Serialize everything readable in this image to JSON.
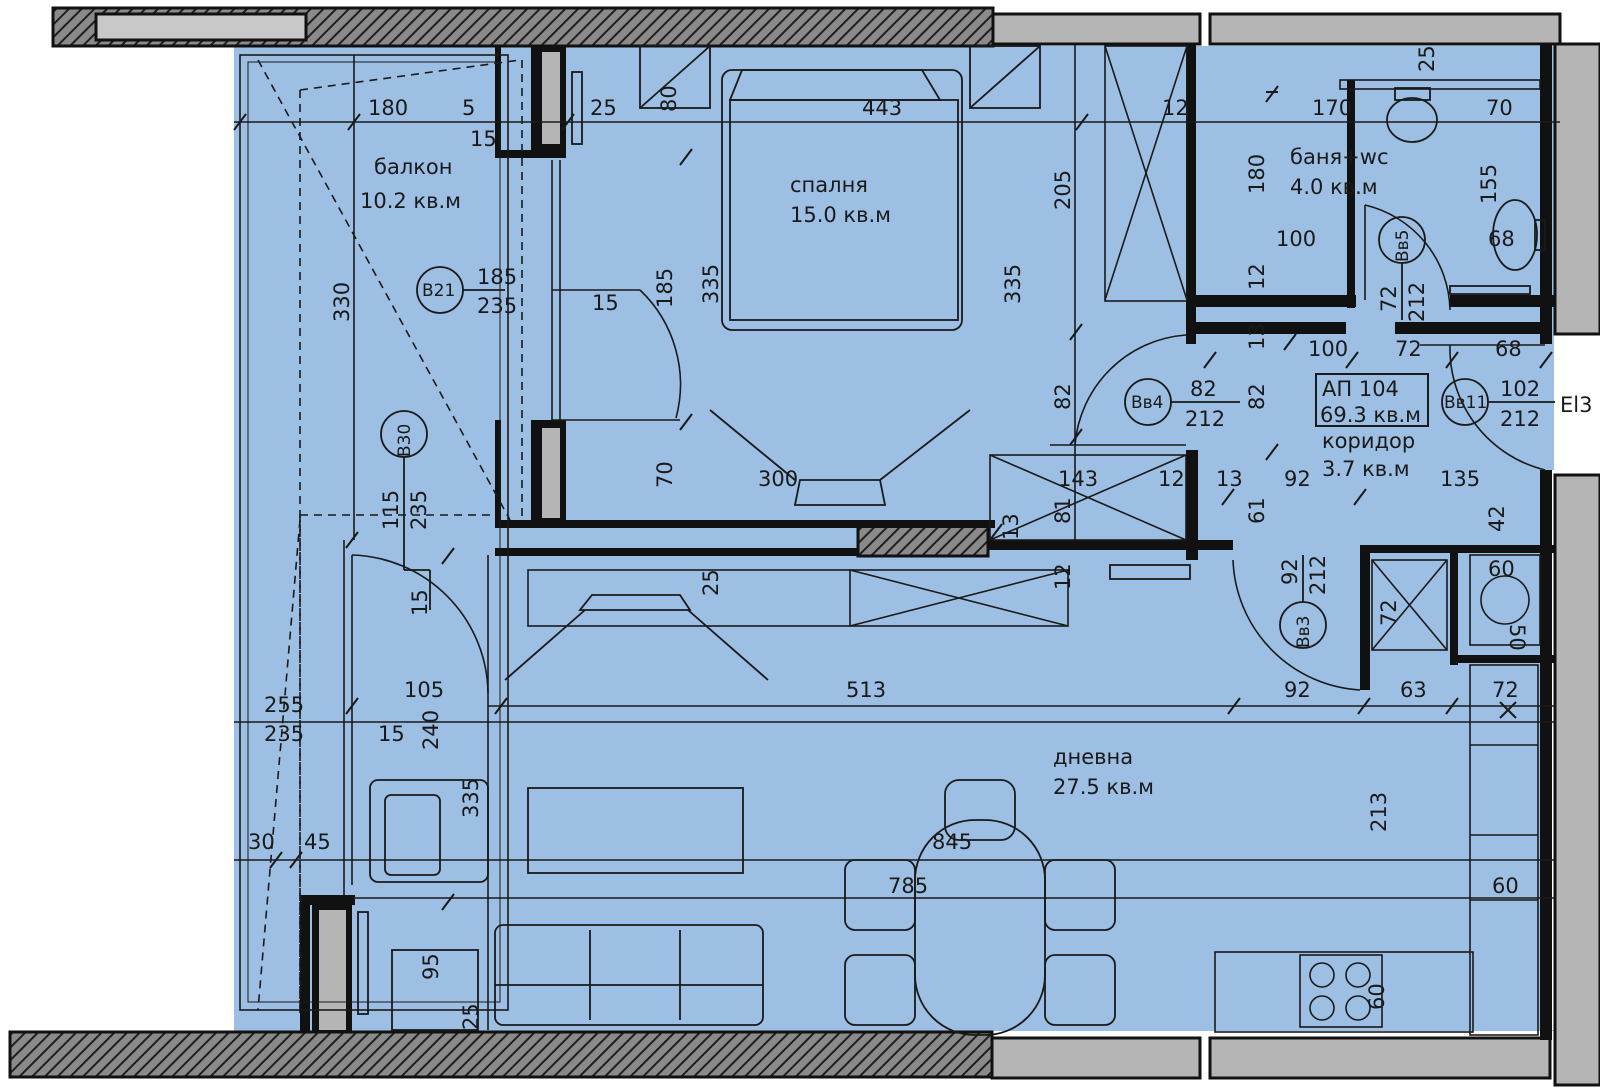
{
  "colors": {
    "floor": "#9dbfe3",
    "wall": "#111111",
    "wall_hatch": "#555555",
    "neighbor_wall": "#b5b5b5",
    "line": "#1a1a1a"
  },
  "rooms": {
    "balcony": {
      "name": "балкон",
      "area": "10.2 кв.м"
    },
    "bedroom": {
      "name": "спалня",
      "area": "15.0 кв.м"
    },
    "bathroom": {
      "name": "баня+wc",
      "area": "4.0 кв.м"
    },
    "apartment": {
      "name": "АП 104",
      "area": "69.3 кв.м"
    },
    "corridor": {
      "name": "коридор",
      "area": "3.7 кв.м"
    },
    "living": {
      "name": "дневна",
      "area": "27.5 кв.м"
    }
  },
  "tags": {
    "b21": {
      "code": "B21",
      "w": "185",
      "h": "235"
    },
    "b30": {
      "code": "B30",
      "w": "115",
      "h": "235"
    },
    "bb4": {
      "code": "Вв4",
      "w": "82",
      "h": "212"
    },
    "bb11": {
      "code": "Вв11",
      "w": "102",
      "h": "212"
    },
    "bb5": {
      "code": "Вв5",
      "w": "72",
      "h": "212"
    },
    "bb3": {
      "code": "Вв3",
      "w": "92",
      "h": "212"
    }
  },
  "external_label": "El3",
  "dimensions": {
    "d180a": "180",
    "d5": "5",
    "d15a": "15",
    "d25a": "25",
    "d80a": "80",
    "d443": "443",
    "d12a": "12",
    "d205": "205",
    "d170": "170",
    "d25b": "25",
    "d70a": "70",
    "d180b": "180",
    "d155": "155",
    "d100a": "100",
    "d68a": "68",
    "d12b": "12",
    "d330": "330",
    "d15b": "15",
    "d185": "185",
    "d335a": "335",
    "d335b": "335",
    "d13a": "13",
    "d100b": "100",
    "d72a": "72",
    "d68b": "68",
    "d82a": "82",
    "d82b": "82",
    "d70b": "70",
    "d300": "300",
    "d143": "143",
    "d12c": "12",
    "d13b": "13",
    "d92a": "92",
    "d135": "135",
    "d61": "61",
    "d13c": "13",
    "d81": "81",
    "d42": "42",
    "d25c": "25",
    "d12d": "12",
    "d15c": "15",
    "d72b": "72",
    "d60a": "60",
    "d50": "50",
    "d105": "105",
    "d513": "513",
    "d92b": "92",
    "d63": "63",
    "d72c": "72",
    "d255": "255",
    "d235": "235",
    "d15d": "15",
    "d240": "240",
    "d335c": "335",
    "d213": "213",
    "d30": "30",
    "d45": "45",
    "d845": "845",
    "d785": "785",
    "d60b": "60",
    "d95": "95",
    "d25d": "25",
    "d60c": "60"
  }
}
